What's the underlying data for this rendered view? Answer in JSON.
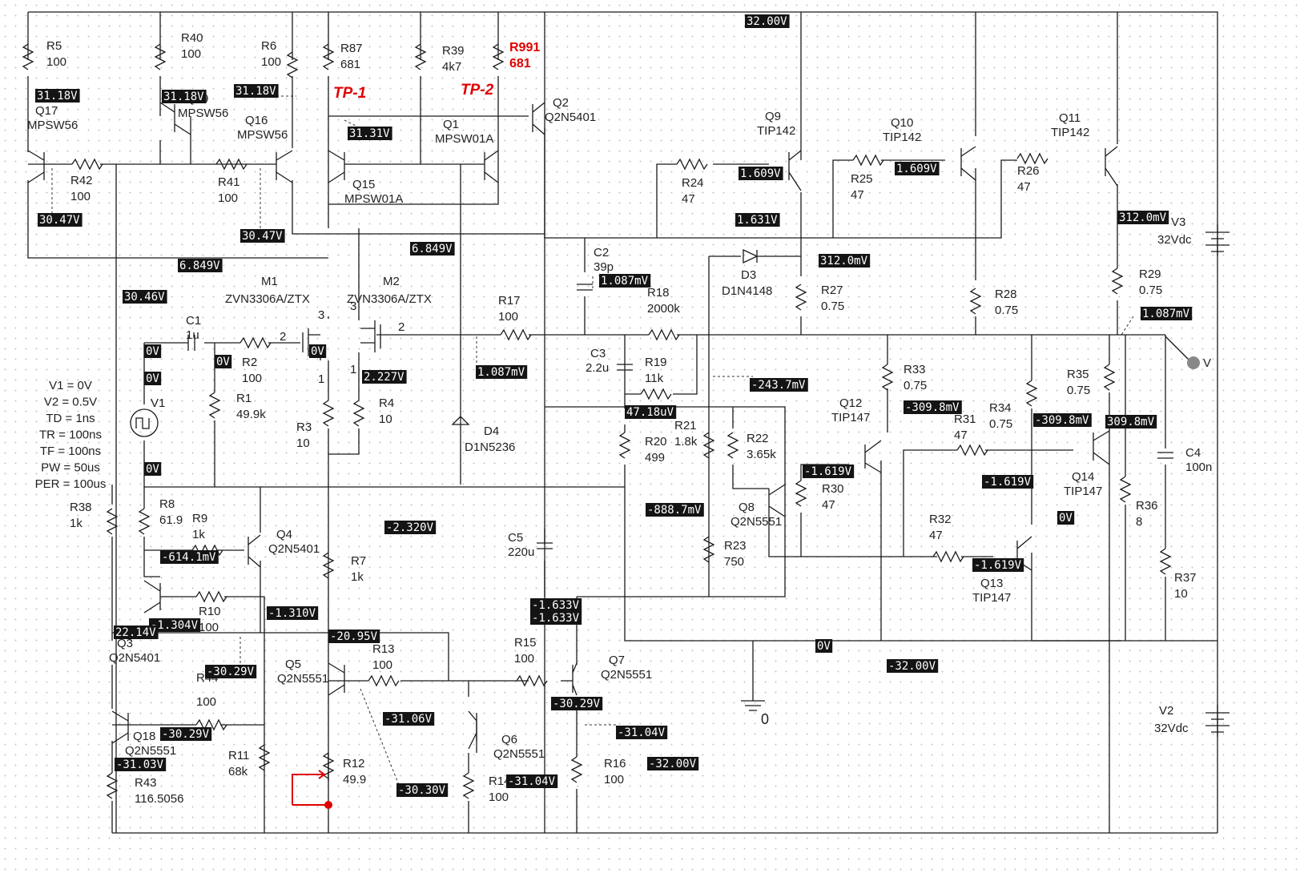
{
  "resistors": [
    {
      "ref": "R5",
      "value": "100"
    },
    {
      "ref": "R40",
      "value": "100"
    },
    {
      "ref": "R6",
      "value": "100"
    },
    {
      "ref": "R87",
      "value": "681"
    },
    {
      "ref": "R39",
      "value": "4k7"
    },
    {
      "ref": "R991",
      "value": "681"
    },
    {
      "ref": "R42",
      "value": "100"
    },
    {
      "ref": "R41",
      "value": "100"
    },
    {
      "ref": "R24",
      "value": "47"
    },
    {
      "ref": "R25",
      "value": "47"
    },
    {
      "ref": "R26",
      "value": "47"
    },
    {
      "ref": "R17",
      "value": "100"
    },
    {
      "ref": "R18",
      "value": "2000k"
    },
    {
      "ref": "R27",
      "value": "0.75"
    },
    {
      "ref": "R28",
      "value": "0.75"
    },
    {
      "ref": "R29",
      "value": "0.75"
    },
    {
      "ref": "R2",
      "value": "100"
    },
    {
      "ref": "R1",
      "value": "49.9k"
    },
    {
      "ref": "R3",
      "value": "10"
    },
    {
      "ref": "R4",
      "value": "10"
    },
    {
      "ref": "R19",
      "value": "11k"
    },
    {
      "ref": "R20",
      "value": "499"
    },
    {
      "ref": "R21",
      "value": "1.8k"
    },
    {
      "ref": "R22",
      "value": "3.65k"
    },
    {
      "ref": "R33",
      "value": "0.75"
    },
    {
      "ref": "R34",
      "value": "0.75"
    },
    {
      "ref": "R35",
      "value": "0.75"
    },
    {
      "ref": "R31",
      "value": "47"
    },
    {
      "ref": "R30",
      "value": "47"
    },
    {
      "ref": "R32",
      "value": "47"
    },
    {
      "ref": "R36",
      "value": "8"
    },
    {
      "ref": "R37",
      "value": "10"
    },
    {
      "ref": "R23",
      "value": "750"
    },
    {
      "ref": "R38",
      "value": "1k"
    },
    {
      "ref": "R8",
      "value": "61.9"
    },
    {
      "ref": "R9",
      "value": "1k"
    },
    {
      "ref": "R7",
      "value": "1k"
    },
    {
      "ref": "R10",
      "value": "100"
    },
    {
      "ref": "R13",
      "value": "100"
    },
    {
      "ref": "R15",
      "value": "100"
    },
    {
      "ref": "R44",
      "value": "100"
    },
    {
      "ref": "R11",
      "value": "68k"
    },
    {
      "ref": "R12",
      "value": "49.9"
    },
    {
      "ref": "R14",
      "value": "100"
    },
    {
      "ref": "R16",
      "value": "100"
    },
    {
      "ref": "R43",
      "value": "116.5056"
    }
  ],
  "transistors": [
    {
      "ref": "Q17",
      "model": "MPSW56"
    },
    {
      "ref": "Q19",
      "model": "MPSW56"
    },
    {
      "ref": "Q16",
      "model": "MPSW56"
    },
    {
      "ref": "Q1",
      "model": "MPSW01A"
    },
    {
      "ref": "Q15",
      "model": "MPSW01A"
    },
    {
      "ref": "Q2",
      "model": "Q2N5401"
    },
    {
      "ref": "Q9",
      "model": "TIP142"
    },
    {
      "ref": "Q10",
      "model": "TIP142"
    },
    {
      "ref": "Q11",
      "model": "TIP142"
    },
    {
      "ref": "Q12",
      "model": "TIP147"
    },
    {
      "ref": "Q14",
      "model": "TIP147"
    },
    {
      "ref": "Q13",
      "model": "TIP147"
    },
    {
      "ref": "Q8",
      "model": "Q2N5551"
    },
    {
      "ref": "Q4",
      "model": "Q2N5401"
    },
    {
      "ref": "Q3",
      "model": "Q2N5401"
    },
    {
      "ref": "Q5",
      "model": "Q2N5551"
    },
    {
      "ref": "Q6",
      "model": "Q2N5551"
    },
    {
      "ref": "Q7",
      "model": "Q2N5551"
    },
    {
      "ref": "Q18",
      "model": "Q2N5551"
    }
  ],
  "mosfets": [
    {
      "ref": "M1",
      "model": "ZVN3306A/ZTX"
    },
    {
      "ref": "M2",
      "model": "ZVN3306A/ZTX"
    }
  ],
  "capacitors": [
    {
      "ref": "C1",
      "value": "1u"
    },
    {
      "ref": "C2",
      "value": "39p"
    },
    {
      "ref": "C3",
      "value": "2.2u"
    },
    {
      "ref": "C4",
      "value": "100n"
    },
    {
      "ref": "C5",
      "value": "220u"
    }
  ],
  "diodes": [
    {
      "ref": "D3",
      "model": "D1N4148"
    },
    {
      "ref": "D4",
      "model": "D1N5236"
    }
  ],
  "sources": {
    "V3": {
      "ref": "V3",
      "value": "32Vdc"
    },
    "V2": {
      "ref": "V2",
      "value": "32Vdc"
    },
    "V1": {
      "ref": "V1",
      "params": [
        "V1 = 0V",
        "V2 = 0.5V",
        "TD = 1ns",
        "TR = 100ns",
        "TF = 100ns",
        "PW = 50us",
        "PER = 100us"
      ]
    }
  },
  "test_points": [
    "TP-1",
    "TP-2"
  ],
  "ground_label": "0",
  "probe_label": "V",
  "pin_labels": [
    "1",
    "2",
    "3"
  ],
  "node_voltages": [
    "32.00V",
    "31.18V",
    "31.18V",
    "31.18V",
    "31.31V",
    "30.47V",
    "30.47V",
    "6.849V",
    "6.849V",
    "30.46V",
    "1.609V",
    "1.609V",
    "1.631V",
    "312.0mV",
    "312.0mV",
    "1.087mV",
    "1.087mV",
    "1.087mV",
    "0V",
    "0V",
    "0V",
    "0V",
    "2.227V",
    "-243.7mV",
    "47.18uV",
    "-309.8mV",
    "-309.8mV",
    "309.8mV",
    "0V",
    "-1.619V",
    "-1.619V",
    "-888.7mV",
    "0V",
    "-614.1mV",
    "-2.320V",
    "-1.304V",
    "-1.310V",
    "22.14V",
    "-1.633V",
    "-1.633V",
    "-20.95V",
    "0V",
    "-30.29V",
    "-32.00V",
    "-31.06V",
    "-30.29V",
    "-31.04V",
    "-30.29V",
    "-31.03V",
    "-31.04V",
    "-32.00V",
    "-30.30V",
    "-1.619V"
  ]
}
